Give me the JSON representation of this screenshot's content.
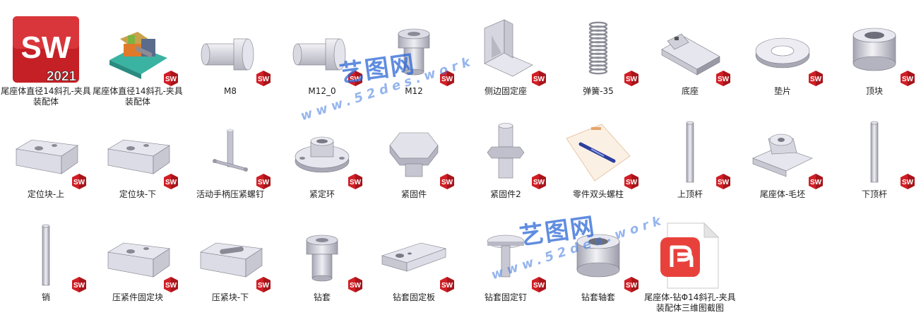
{
  "colors": {
    "sw_red": "#d01f26",
    "part_gray": "#c9c9d2",
    "accent": "#2b67d6",
    "wps_red": "#e8413b"
  },
  "watermark": {
    "title": "艺图网",
    "url": "www.52des.work"
  },
  "items": [
    {
      "label": "尾座体直径14斜孔-夹具装配体",
      "icon": "solidworks-2021-app-icon",
      "kind": "app"
    },
    {
      "label": "尾座体直径14斜孔-夹具装配体",
      "icon": "assembly-fixture-icon",
      "kind": "assembly"
    },
    {
      "label": "M8",
      "icon": "pin-part-icon",
      "kind": "pin"
    },
    {
      "label": "M12_0",
      "icon": "pin-part-icon",
      "kind": "pin"
    },
    {
      "label": "M12",
      "icon": "bushing-part-icon",
      "kind": "bush"
    },
    {
      "label": "侧边固定座",
      "icon": "bracket-part-icon",
      "kind": "bracket"
    },
    {
      "label": "弹簧-35",
      "icon": "spring-part-icon",
      "kind": "spring"
    },
    {
      "label": "底座",
      "icon": "base-part-icon",
      "kind": "base"
    },
    {
      "label": "垫片",
      "icon": "washer-part-icon",
      "kind": "washer"
    },
    {
      "label": "顶块",
      "icon": "top-block-part-icon",
      "kind": "ring"
    },
    {
      "label": "定位块-上",
      "icon": "locating-block-part-icon",
      "kind": "block"
    },
    {
      "label": "定位块-下",
      "icon": "locating-block-part-icon",
      "kind": "block"
    },
    {
      "label": "活动手柄压紧螺钉",
      "icon": "handle-screw-part-icon",
      "kind": "tscrew"
    },
    {
      "label": "紧定环",
      "icon": "flange-ring-part-icon",
      "kind": "flange"
    },
    {
      "label": "紧固件",
      "icon": "hex-nut-part-icon",
      "kind": "hexnut"
    },
    {
      "label": "紧固件2",
      "icon": "stud-part-icon",
      "kind": "stud"
    },
    {
      "label": "零件双头螺柱",
      "icon": "drawing-part-icon",
      "kind": "drawing"
    },
    {
      "label": "上顶杆",
      "icon": "rod-part-icon",
      "kind": "rod"
    },
    {
      "label": "尾座体-毛坯",
      "icon": "tailstock-part-icon",
      "kind": "tailstock"
    },
    {
      "label": "下顶杆",
      "icon": "rod-part-icon",
      "kind": "rod"
    },
    {
      "label": "销",
      "icon": "pin-rod-part-icon",
      "kind": "rod"
    },
    {
      "label": "压紧件固定块",
      "icon": "clamp-block-part-icon",
      "kind": "block"
    },
    {
      "label": "压紧块-下",
      "icon": "slot-block-part-icon",
      "kind": "slotblock"
    },
    {
      "label": "钻套",
      "icon": "drill-bush-part-icon",
      "kind": "bush"
    },
    {
      "label": "钻套固定板",
      "icon": "plate-part-icon",
      "kind": "plate"
    },
    {
      "label": "钻套固定钉",
      "icon": "screw-part-icon",
      "kind": "tscrew2"
    },
    {
      "label": "钻套轴套",
      "icon": "sleeve-part-icon",
      "kind": "ring"
    },
    {
      "label": "尾座体-钻Φ14斜孔-夹具装配体三维图截图",
      "icon": "wps-pdf-file-icon",
      "kind": "pdf"
    }
  ]
}
